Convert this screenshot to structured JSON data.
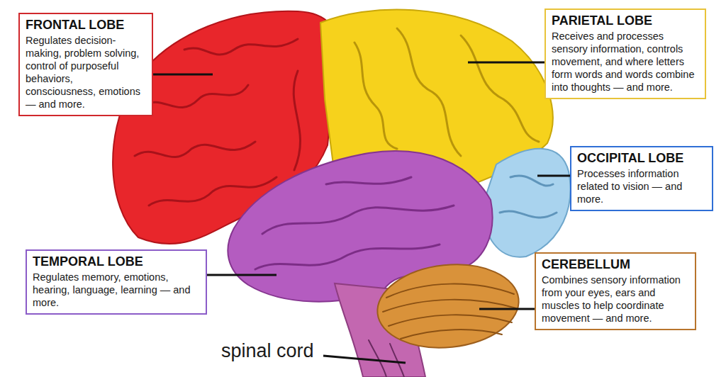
{
  "diagram": {
    "nodes": [
      {
        "text": [
          "FRONTAL LOBE",
          "Regulates decision-making, problem solving, control of purposeful behaviors, consciousness, emotions — and more."
        ]
      },
      {
        "text": [
          "PARIETAL LOBE",
          "Receives and processes sensory information, controls movement, and where letters form words and words combine into thoughts — and more."
        ]
      },
      {
        "text": [
          "OCCIPITAL LOBE",
          "Processes information related to vision — and more."
        ]
      },
      {
        "text": [
          "TEMPORAL LOBE",
          "Regulates memory, emotions, hearing, language, learning — and more."
        ]
      },
      {
        "text": [
          "CEREBELLUM",
          "Combines sensory information from your eyes, ears and muscles to help coordinate movement — and more."
        ]
      }
    ],
    "labels": [
      "spinal cord"
    ]
  }
}
